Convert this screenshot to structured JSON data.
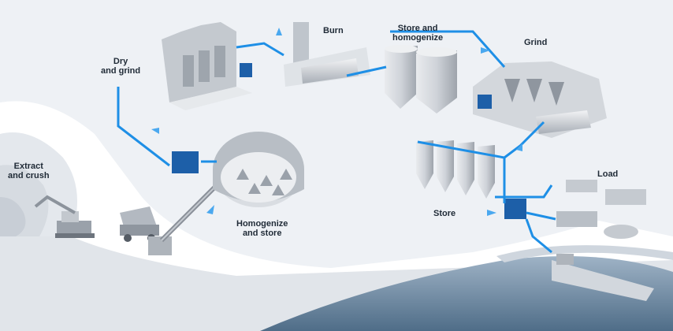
{
  "labels": {
    "extract": "Extract\nand crush",
    "dry_grind": "Dry\nand grind",
    "burn": "Burn",
    "store_homogenize": "Store and\nhomogenize",
    "grind": "Grind",
    "homogenize_store": "Homogenize\nand store",
    "store": "Store",
    "load": "Load"
  },
  "colors": {
    "pipe": "#1e8fe6",
    "arrow": "#4aa8ef",
    "water": "#6f8aa3",
    "ground": "#ffffff",
    "machine": "#c9cdd3",
    "panel": "#1d5fa8"
  }
}
